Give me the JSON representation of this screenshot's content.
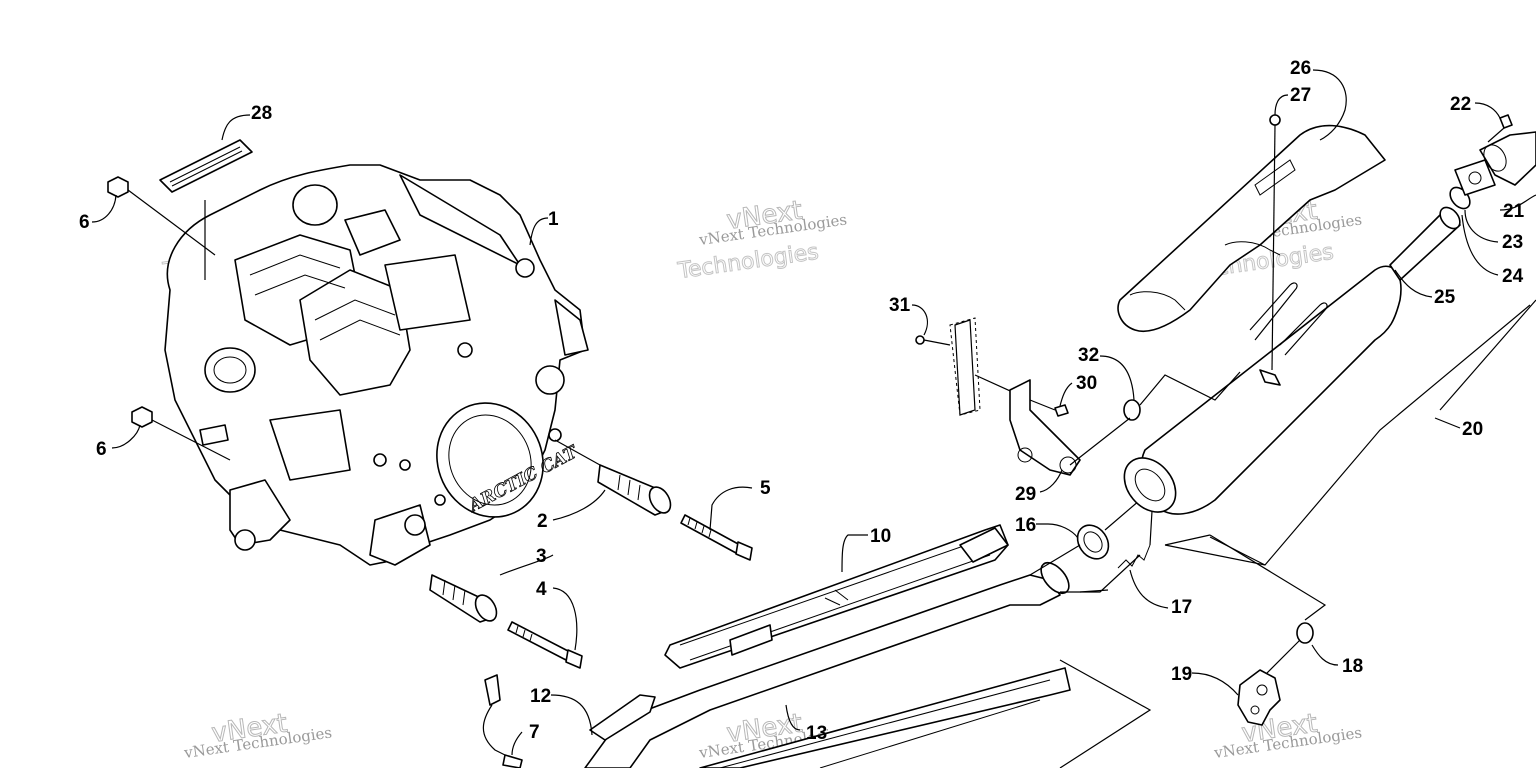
{
  "watermark": {
    "line1": "vNext Technologies",
    "line2": "vNext",
    "line3": "Technologies"
  },
  "callouts": {
    "c1": "1",
    "c2": "2",
    "c3": "3",
    "c4": "4",
    "c5": "5",
    "c6a": "6",
    "c6b": "6",
    "c7": "7",
    "c10": "10",
    "c12": "12",
    "c13": "13",
    "c16": "16",
    "c17": "17",
    "c18": "18",
    "c19": "19",
    "c20": "20",
    "c21": "21",
    "c22": "22",
    "c23": "23",
    "c24": "24",
    "c25": "25",
    "c26": "26",
    "c27": "27",
    "c28": "28",
    "c29": "29",
    "c30": "30",
    "c31": "31",
    "c32": "32"
  },
  "engine_logo": "ARCTIC CAT"
}
